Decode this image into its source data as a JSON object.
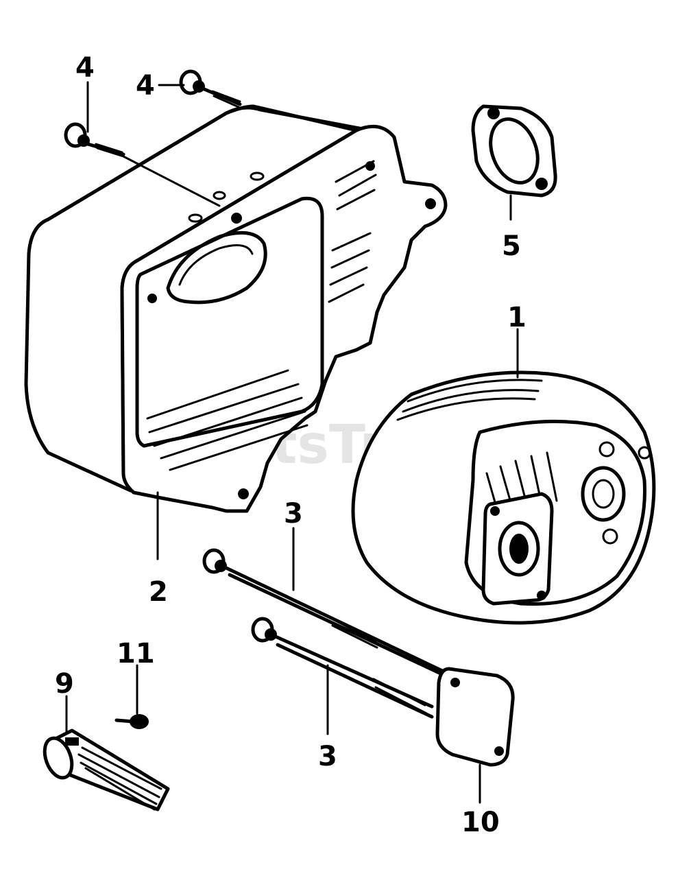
{
  "watermark": "PartsTree",
  "callouts": {
    "c1": "1",
    "c2": "2",
    "c3a": "3",
    "c3b": "3",
    "c4a": "4",
    "c4b": "4",
    "c5": "5",
    "c9": "9",
    "c10": "10",
    "c11": "11"
  }
}
